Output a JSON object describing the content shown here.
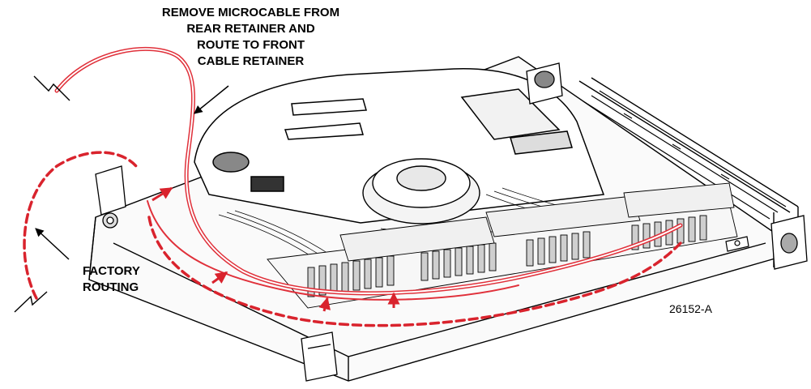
{
  "callouts": {
    "remove_microcable": [
      "REMOVE MICROCABLE FROM",
      "REAR RETAINER AND",
      "ROUTE TO FRONT",
      "CABLE RETAINER"
    ],
    "factory_routing": [
      "FACTORY",
      "ROUTING"
    ]
  },
  "figure_id": "26152-A",
  "colors": {
    "line_art": "#000000",
    "microcable": "#e0303a",
    "microcable_core": "#ffffff",
    "factory_routing": "#d9232d",
    "background": "#ffffff"
  }
}
